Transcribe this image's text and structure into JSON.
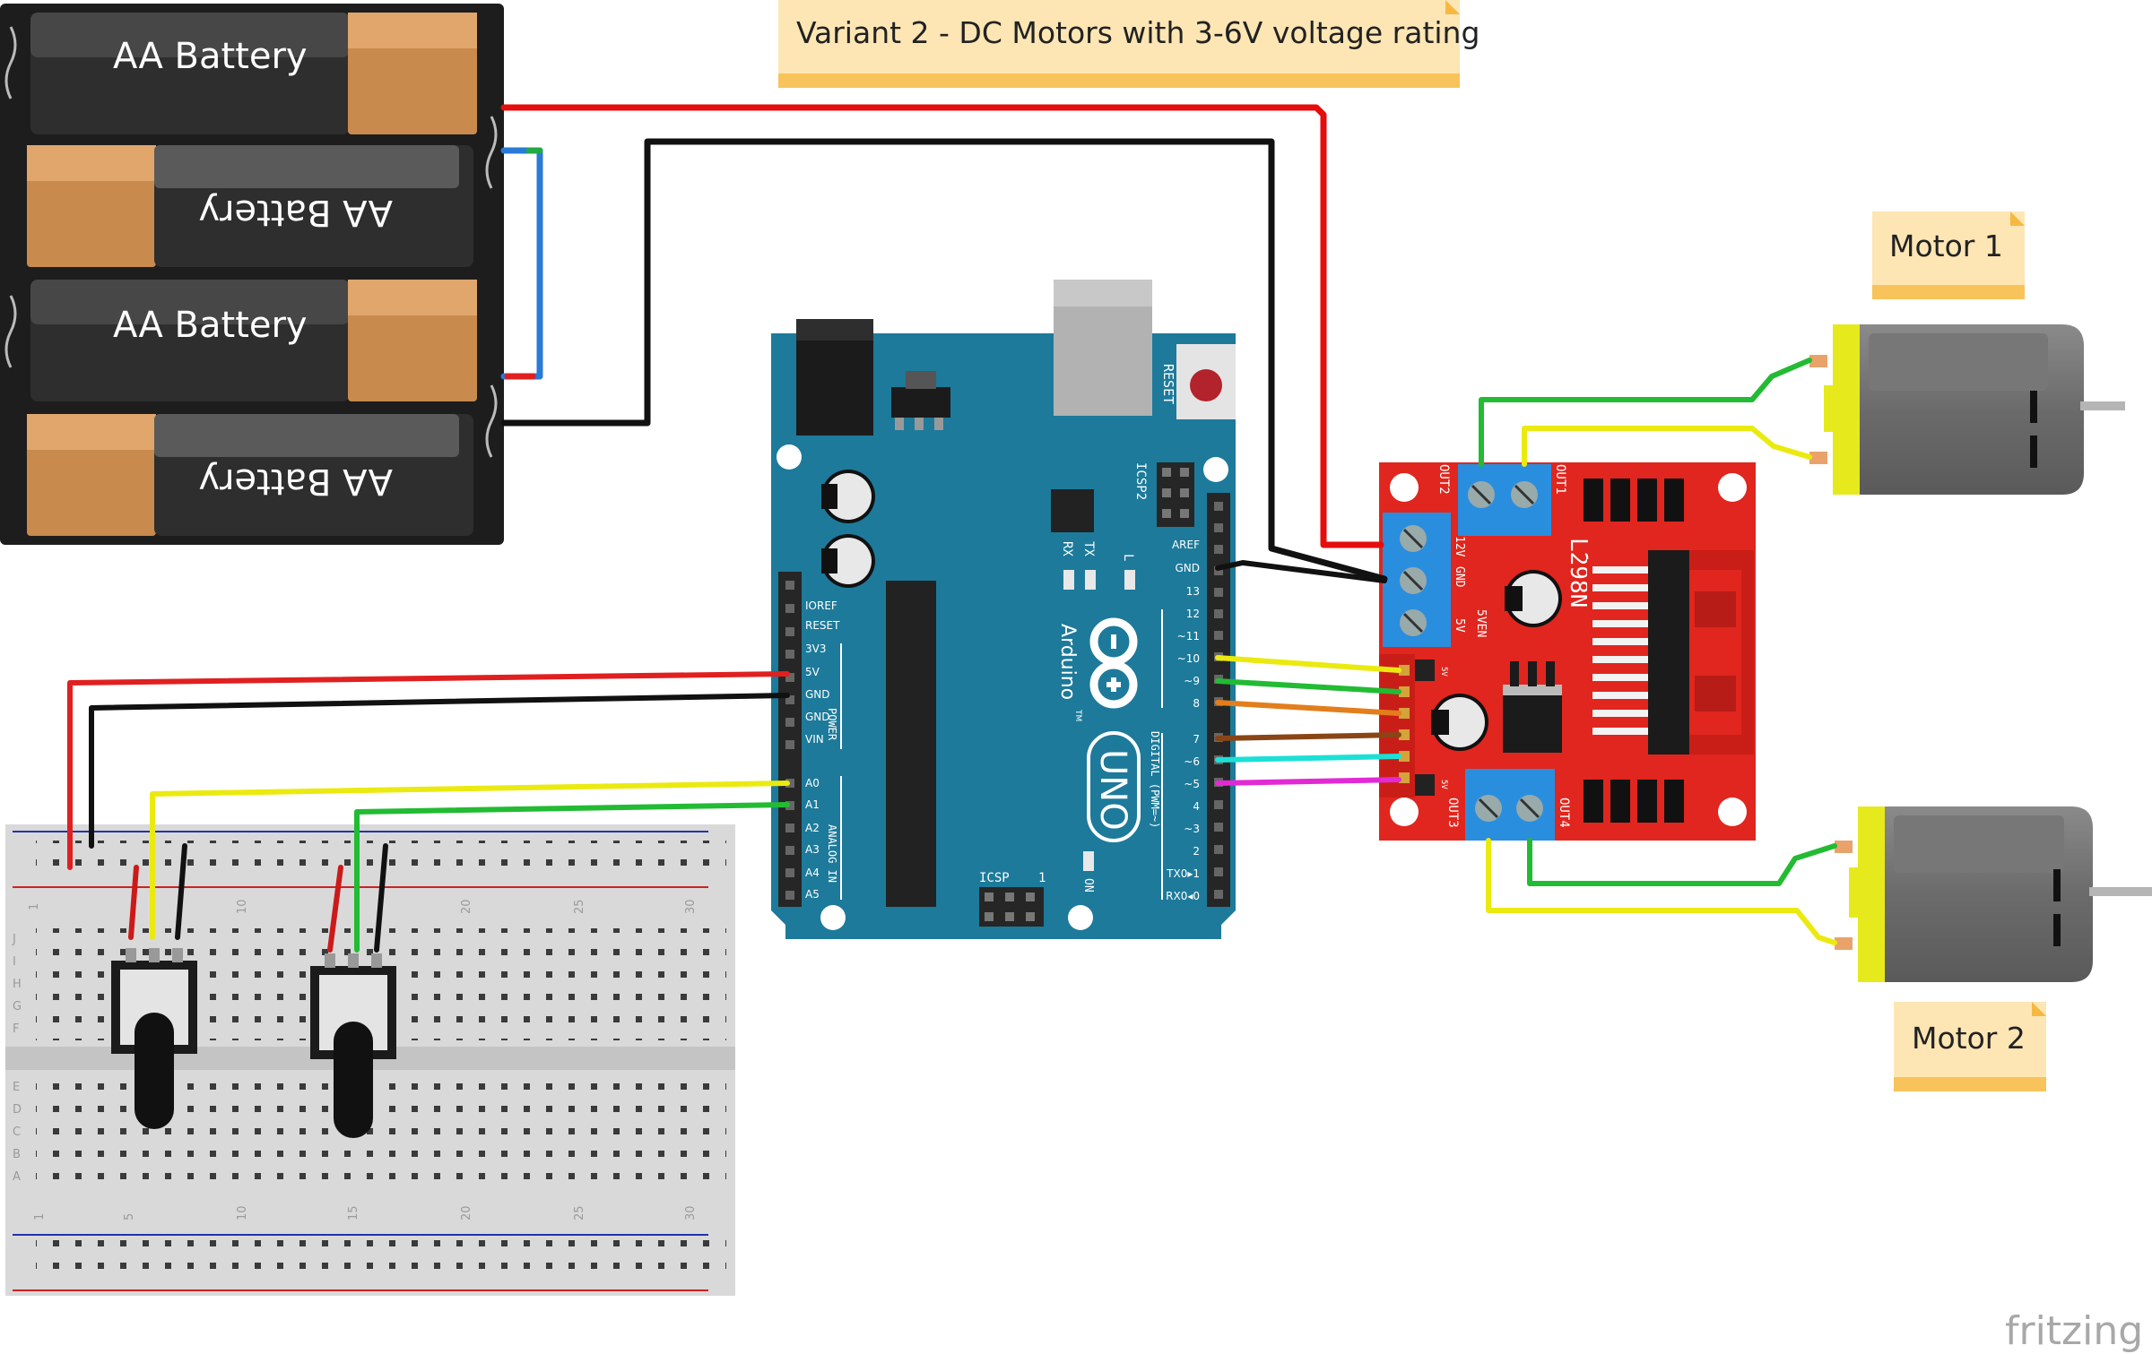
{
  "note_title": "Variant 2 - DC Motors with 3-6V voltage rating",
  "motor1_label": "Motor 1",
  "motor2_label": "Motor 2",
  "battery_label": "AA Battery",
  "watermark": "fritzing",
  "arduino": {
    "reset": "RESET",
    "icsp2": "ICSP2",
    "icsp": "ICSP",
    "icsp_num": "1",
    "tx": "TX",
    "rx": "RX",
    "l": "L",
    "on": "ON",
    "brand": "Arduino",
    "tm": "TM",
    "model": "UNO",
    "power_group": "POWER",
    "analog_group": "ANALOG IN",
    "digital_group": "DIGITAL (PWM=~)",
    "power_pins": [
      "IOREF",
      "RESET",
      "3V3",
      "5V",
      "GND",
      "GND",
      "VIN"
    ],
    "analog_pins": [
      "A0",
      "A1",
      "A2",
      "A3",
      "A4",
      "A5"
    ],
    "digital_top": [
      "AREF",
      "GND",
      "13",
      "12",
      "~11",
      "~10",
      "~9",
      "8"
    ],
    "digital_bottom": [
      "7",
      "~6",
      "~5",
      "4",
      "~3",
      "2",
      "TX0▸1",
      "RX0◂0"
    ]
  },
  "driver": {
    "chip": "L298N",
    "out1": "OUT1",
    "out2": "OUT2",
    "out3": "OUT3",
    "out4": "OUT4",
    "v12": "12V",
    "gnd": "GND",
    "v5": "5V",
    "v5en": "5VEN",
    "small_5v": "5V"
  },
  "breadboard": {
    "columns_top": [
      "1",
      "10",
      "20",
      "25",
      "30"
    ],
    "columns_bottom": [
      "1",
      "5",
      "10",
      "15",
      "20",
      "25",
      "30"
    ],
    "rows_top": [
      "J",
      "I",
      "H",
      "G",
      "F"
    ],
    "rows_bottom": [
      "E",
      "D",
      "C",
      "B",
      "A"
    ]
  }
}
